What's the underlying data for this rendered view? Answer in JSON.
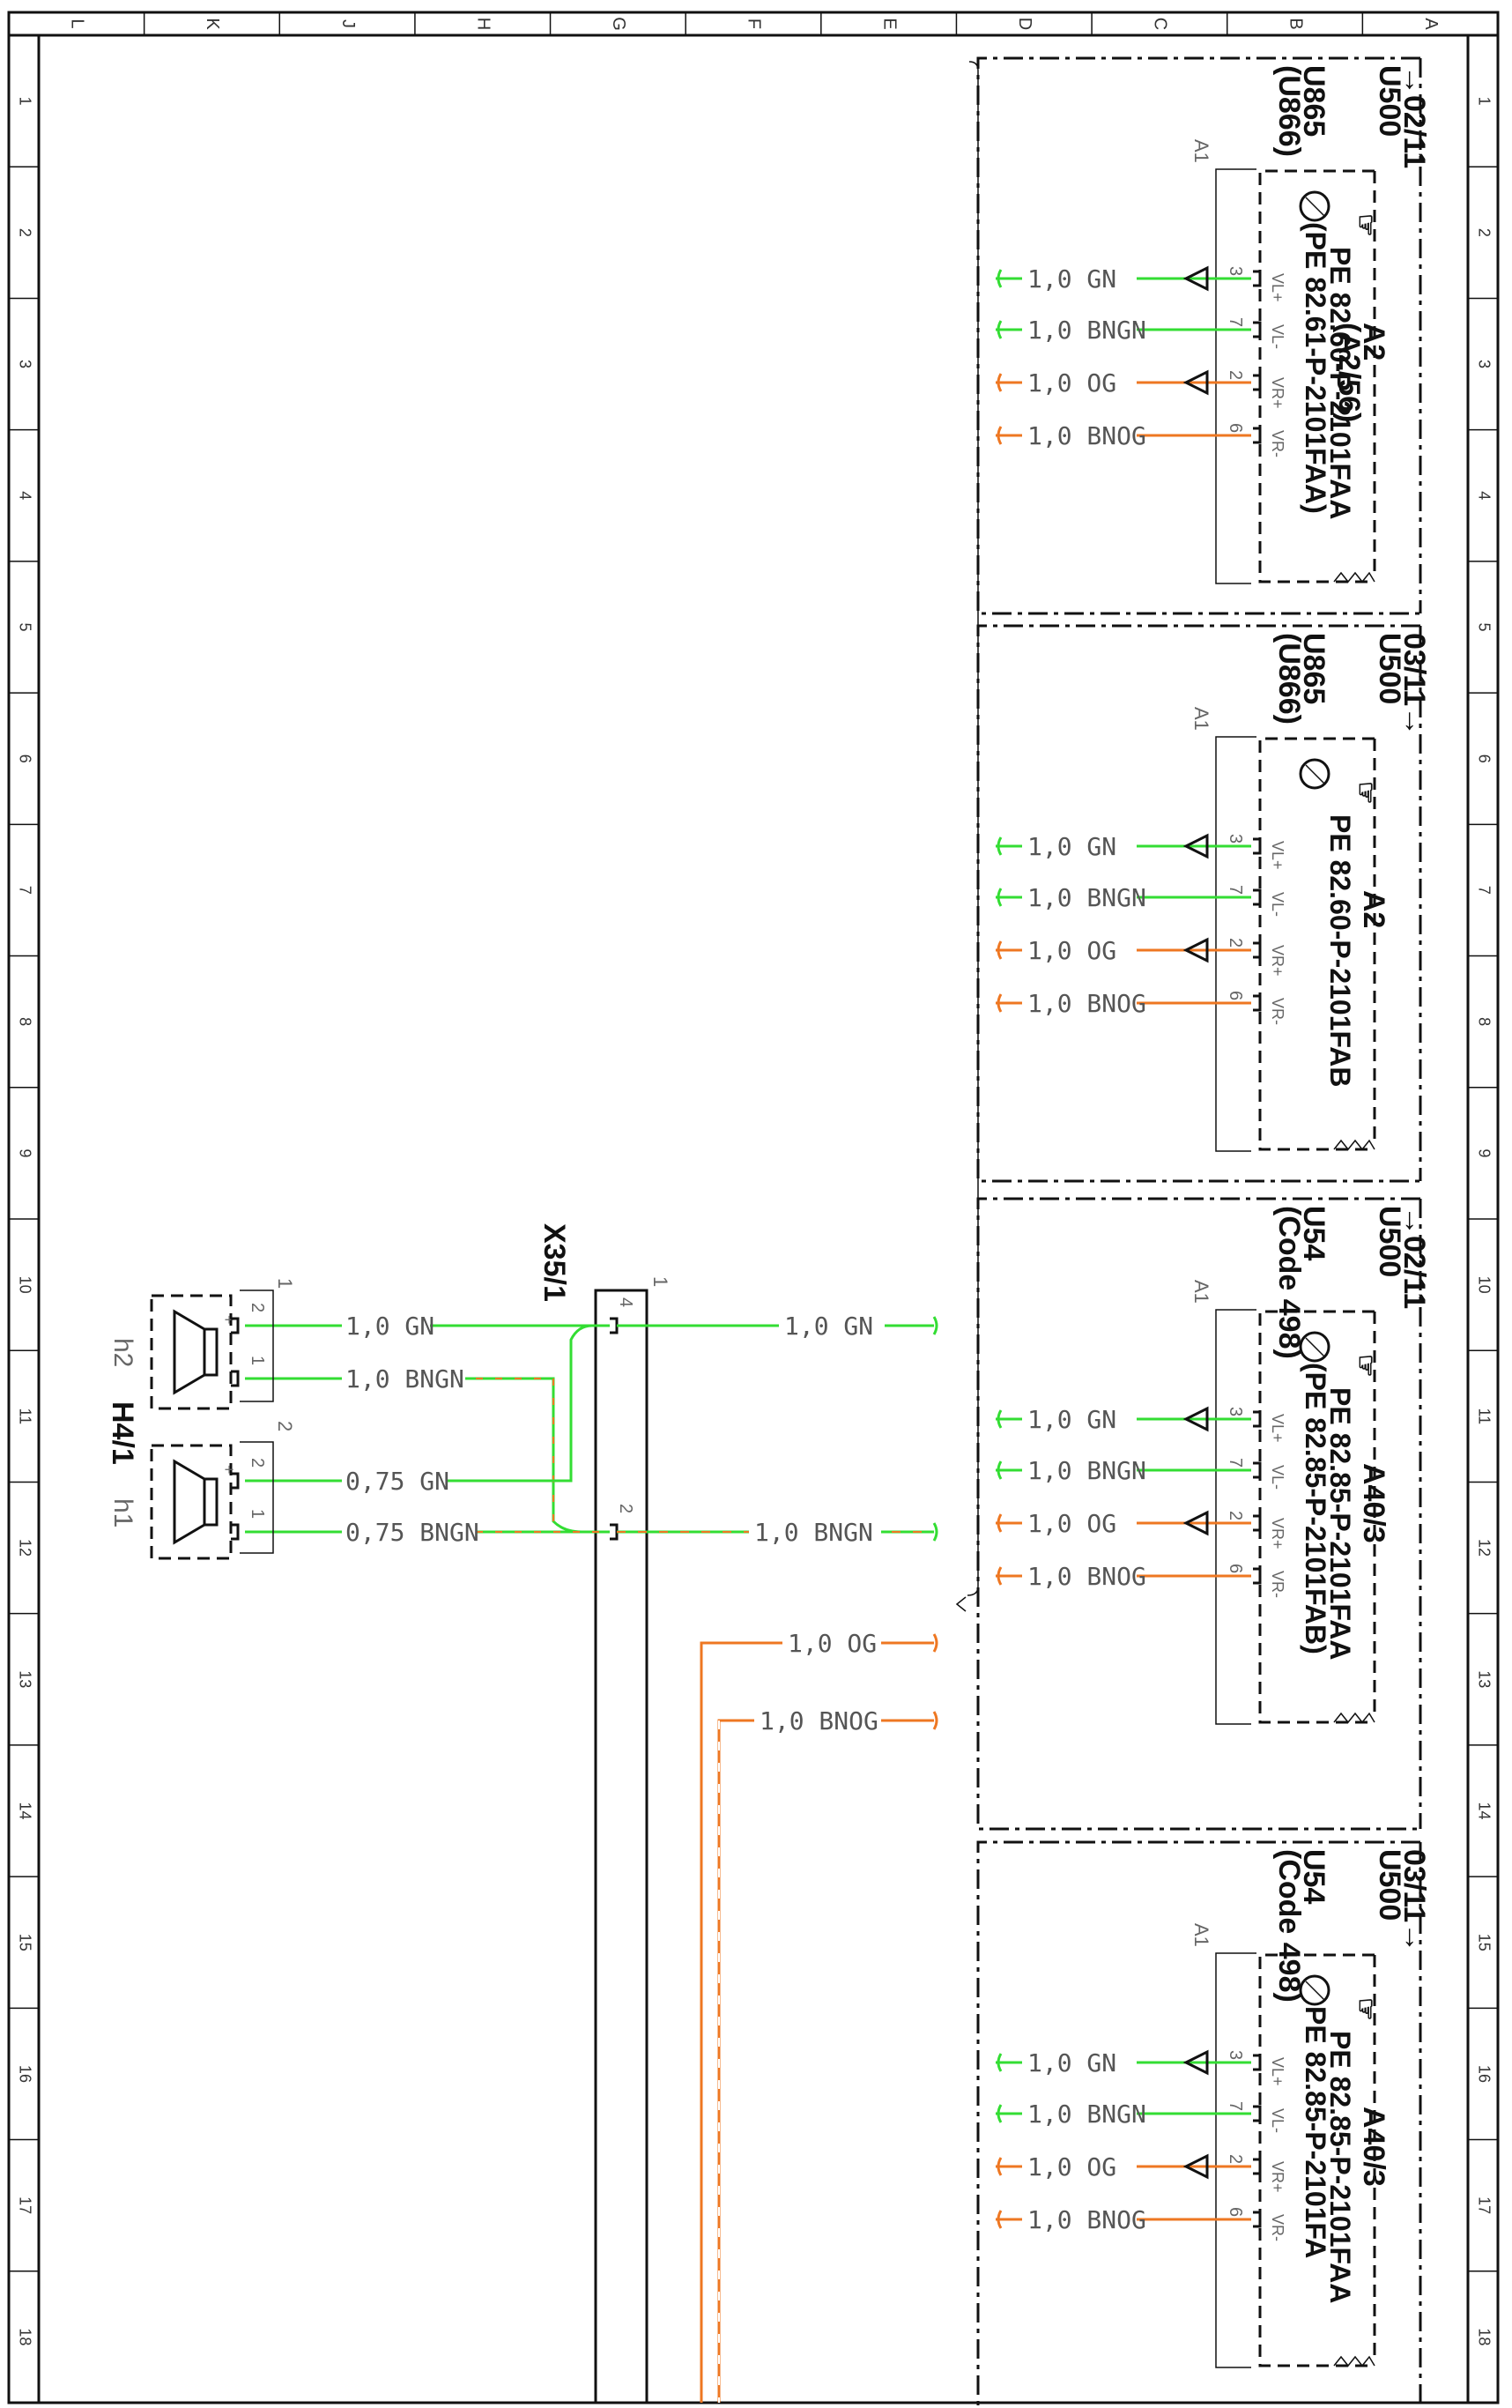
{
  "frame": {
    "columns": [
      "L",
      "K",
      "J",
      "H",
      "G",
      "F",
      "E",
      "D",
      "C",
      "B",
      "A"
    ],
    "rows": [
      "1",
      "2",
      "3",
      "4",
      "5",
      "6",
      "7",
      "8",
      "9",
      "10",
      "11",
      "12",
      "13",
      "14",
      "15",
      "16",
      "17",
      "18"
    ]
  },
  "colors": {
    "green": "#33dd33",
    "orange": "#ee7722"
  },
  "modules": [
    {
      "ref": "→02/11",
      "variant": "U500",
      "codes": [
        "U865",
        "(U866)"
      ],
      "device": "A2",
      "alt_device": "(A2/56)",
      "docs": [
        "PE 82.60-P-2101FAA",
        "(PE 82.61-P-2101FAA)"
      ],
      "connector": "A1",
      "pins": [
        {
          "num": "3",
          "sig": "VL+",
          "wire": "1,0 GN",
          "color": "green",
          "arrow": true
        },
        {
          "num": "7",
          "sig": "VL-",
          "wire": "1,0 BNGN",
          "color": "green",
          "arrow": false
        },
        {
          "num": "2",
          "sig": "VR+",
          "wire": "1,0 OG",
          "color": "orange",
          "arrow": true
        },
        {
          "num": "6",
          "sig": "VR-",
          "wire": "1,0 BNOG",
          "color": "orange",
          "arrow": false
        }
      ]
    },
    {
      "ref": "03/11→",
      "variant": "U500",
      "codes": [
        "U865",
        "(U866)"
      ],
      "device": "A2",
      "alt_device": "",
      "docs": [
        "PE 82.60-P-2101FAB"
      ],
      "connector": "A1",
      "pins": [
        {
          "num": "3",
          "sig": "VL+",
          "wire": "1,0 GN",
          "color": "green",
          "arrow": true
        },
        {
          "num": "7",
          "sig": "VL-",
          "wire": "1,0 BNGN",
          "color": "green",
          "arrow": false
        },
        {
          "num": "2",
          "sig": "VR+",
          "wire": "1,0 OG",
          "color": "orange",
          "arrow": true
        },
        {
          "num": "6",
          "sig": "VR-",
          "wire": "1,0 BNOG",
          "color": "orange",
          "arrow": false
        }
      ]
    },
    {
      "ref": "→02/11",
      "variant": "U500",
      "codes": [
        "U54",
        "(Code 498)"
      ],
      "device": "A40/3",
      "alt_device": "",
      "docs": [
        "PE 82.85-P-2101FAA",
        "(PE 82.85-P-2101FAB)"
      ],
      "connector": "A1",
      "pins": [
        {
          "num": "3",
          "sig": "VL+",
          "wire": "1,0 GN",
          "color": "green",
          "arrow": true
        },
        {
          "num": "7",
          "sig": "VL-",
          "wire": "1,0 BNGN",
          "color": "green",
          "arrow": false
        },
        {
          "num": "2",
          "sig": "VR+",
          "wire": "1,0 OG",
          "color": "orange",
          "arrow": true
        },
        {
          "num": "6",
          "sig": "VR-",
          "wire": "1,0 BNOG",
          "color": "orange",
          "arrow": false
        }
      ]
    },
    {
      "ref": "03/11→",
      "variant": "U500",
      "codes": [
        "U54",
        "(Code 498)"
      ],
      "device": "A40/3",
      "alt_device": "",
      "docs": [
        "PE 82.85-P-2101FAA",
        "PE 82.85-P-2101FA"
      ],
      "connector": "A1",
      "pins": [
        {
          "num": "3",
          "sig": "VL+",
          "wire": "1,0 GN",
          "color": "green",
          "arrow": true
        },
        {
          "num": "7",
          "sig": "VL-",
          "wire": "1,0 BNGN",
          "color": "green",
          "arrow": false
        },
        {
          "num": "2",
          "sig": "VR+",
          "wire": "1,0 OG",
          "color": "orange",
          "arrow": true
        },
        {
          "num": "6",
          "sig": "VR-",
          "wire": "1,0 BNOG",
          "color": "orange",
          "arrow": false
        }
      ]
    }
  ],
  "connector_x35": {
    "label": "X35/1",
    "top_pin": "1",
    "pins": [
      "4",
      "2"
    ],
    "left_wires": [
      "1,0 GN",
      "1,0 BNGN",
      "0,75 GN",
      "0,75 BNGN"
    ],
    "right_wires": [
      "1,0 GN",
      "1,0 BNGN",
      "1,0 OG",
      "1,0 BNOG"
    ]
  },
  "speaker": {
    "label": "H4/1",
    "h2": "h2",
    "h1": "h1",
    "top_num1": "1",
    "top_num2": "2",
    "pin2": "2",
    "pin1": "1",
    "plus": "+"
  }
}
